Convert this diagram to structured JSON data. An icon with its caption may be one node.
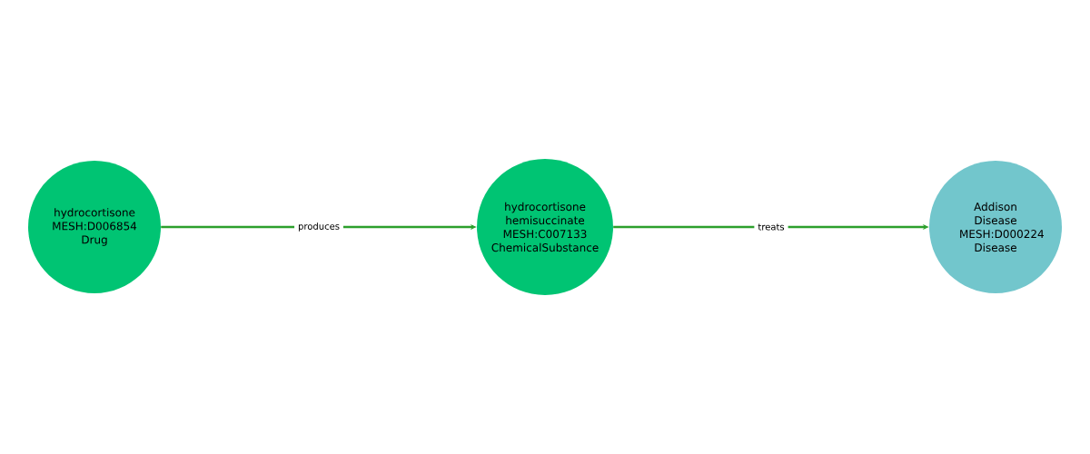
{
  "diagram": {
    "nodes": [
      {
        "text": [
          "hydrocortisone",
          "MESH:D006854",
          "Drug"
        ]
      },
      {
        "text": [
          "hydrocortisone hemisuccinate",
          "MESH:C007133",
          "ChemicalSubstance"
        ]
      },
      {
        "text": [
          "Addison Disease",
          "MESH:D000224",
          "Disease"
        ]
      }
    ],
    "edges": [
      {
        "from": 0,
        "to": 1,
        "arrow": "to",
        "label": "produces"
      },
      {
        "from": 1,
        "to": 2,
        "arrow": "to",
        "label": "treats"
      }
    ]
  }
}
